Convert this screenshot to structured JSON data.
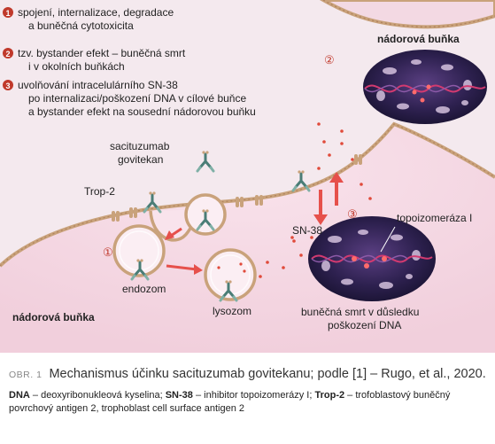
{
  "legend": {
    "items": [
      {
        "num": "1",
        "line1": "spojení, internalizace, degradace",
        "line2": "a buněčná cytotoxicita",
        "line3": ""
      },
      {
        "num": "2",
        "line1": "tzv. bystander efekt – buněčná smrt",
        "line2": "i v okolních buňkách",
        "line3": ""
      },
      {
        "num": "3",
        "line1": "uvolňování intracelulárního SN-38",
        "line2": "po internalizaci/poškození DNA v cílové buňce",
        "line3": "a bystander efekt na sousední nádorovou buňku"
      }
    ]
  },
  "labels": {
    "tumor_cell_top": "nádorová buňka",
    "tumor_cell_bottom": "nádorová buňka",
    "drug_line1": "sacituzumab",
    "drug_line2": "govitekan",
    "trop2": "Trop-2",
    "sn38": "SN-38",
    "topo": "topoizomeráza I",
    "endosome": "endozom",
    "lysosome": "lysozom",
    "death_line1": "buněčná smrt v důsledku",
    "death_line2": "poškození DNA",
    "marker1": "①",
    "marker2": "②",
    "marker3": "③"
  },
  "caption": {
    "label": "OBR. 1",
    "text": "Mechanismus účinku sacituzumab govitekanu; podle [1] – Rugo, et al., 2020.",
    "notes": [
      {
        "abbr": "DNA",
        "def": " – deoxyribonukleová kyselina; "
      },
      {
        "abbr": "SN-38",
        "def": " – inhibitor topoizomerázy I; "
      },
      {
        "abbr": "Trop-2",
        "def": " – trofoblastový buněčný povrchový antigen 2, trophoblast cell surface antigen 2"
      }
    ]
  },
  "colors": {
    "background": "#f4e9ee",
    "membrane": "#c9a27b",
    "cytoplasm": "#f7e0e9",
    "nucleus": "#2b1f44",
    "dna": "#d23a70",
    "payload_dot": "#e04a3a",
    "arrow": "#e6504b",
    "antibody": "#4a7d76",
    "number_badge": "#c0392b"
  }
}
